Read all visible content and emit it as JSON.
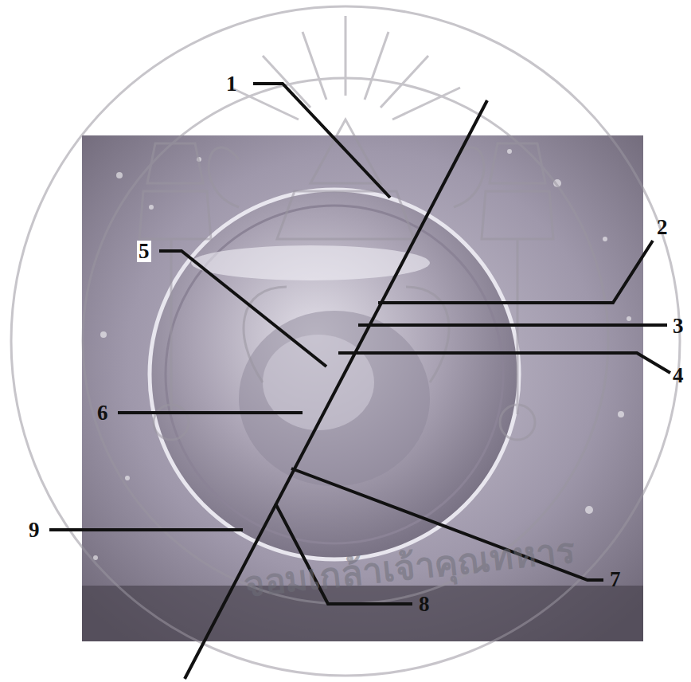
{
  "diagram": {
    "labels": [
      "1",
      "2",
      "3",
      "4",
      "5",
      "6",
      "7",
      "8",
      "9",
      "จอมเกล้าเจ้าคุณทหาร"
    ]
  }
}
